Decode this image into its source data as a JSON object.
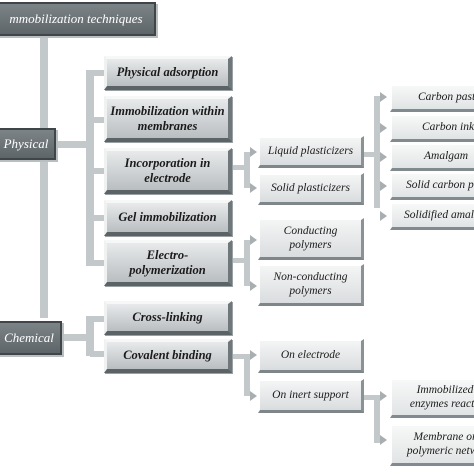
{
  "diagram": {
    "title": "mmobilization techniques",
    "categories": [
      {
        "label": "Physical",
        "methods": [
          {
            "label": "Physical adsorption"
          },
          {
            "label": "Immobilization within membranes"
          },
          {
            "label": "Incorporation in electrode",
            "subtypes": [
              {
                "label": "Liquid plasticizers",
                "items": [
                  "Carbon paste",
                  "Carbon ink",
                  "Amalgam"
                ]
              },
              {
                "label": "Solid plasticizers",
                "items": [
                  "Solid carbon pas",
                  "Solidified amalg"
                ]
              }
            ]
          },
          {
            "label": "Gel immobilization"
          },
          {
            "label": "Electro-polymerization",
            "subtypes": [
              {
                "label": "Conducting polymers"
              },
              {
                "label": "Non-conducting polymers"
              }
            ]
          }
        ]
      },
      {
        "label": "Chemical",
        "methods": [
          {
            "label": "Cross-linking"
          },
          {
            "label": "Covalent binding",
            "subtypes": [
              {
                "label": "On electrode"
              },
              {
                "label": "On inert support",
                "items": [
                  "Immobilized enzymes reacto",
                  "Membrane or polymeric netwo"
                ]
              }
            ]
          }
        ]
      }
    ],
    "colors": {
      "dark_box": "#5e6569",
      "light_box": "#d3d7d9",
      "connector": "#c3c8cb",
      "arrow": "#a9aeb1"
    }
  }
}
